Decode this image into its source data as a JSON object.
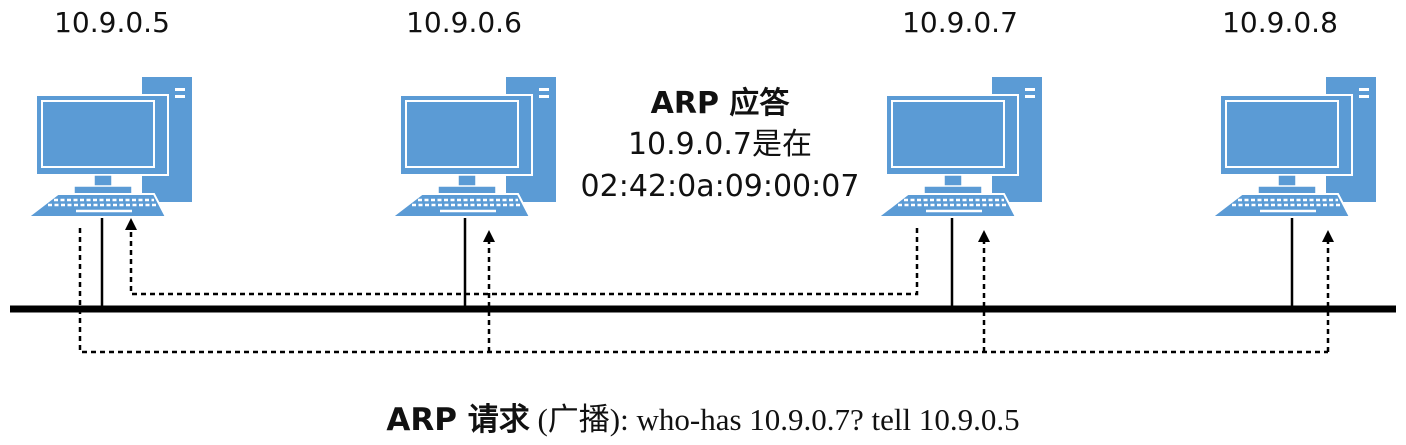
{
  "hosts": [
    {
      "ip": "10.9.0.5"
    },
    {
      "ip": "10.9.0.6"
    },
    {
      "ip": "10.9.0.7"
    },
    {
      "ip": "10.9.0.8"
    }
  ],
  "reply": {
    "title": "ARP 应答",
    "line1": "10.9.0.7是在",
    "line2": "02:42:0a:09:00:07"
  },
  "request": {
    "label": "ARP 请求",
    "paren": " (广播)",
    "message": ": who-has 10.9.0.7? tell 10.9.0.5"
  },
  "colors": {
    "computer_body": "#5b9bd5",
    "computer_outline": "#ffffff",
    "bus": "#000000",
    "text": "#111111"
  },
  "icon": "desktop-computer-icon"
}
